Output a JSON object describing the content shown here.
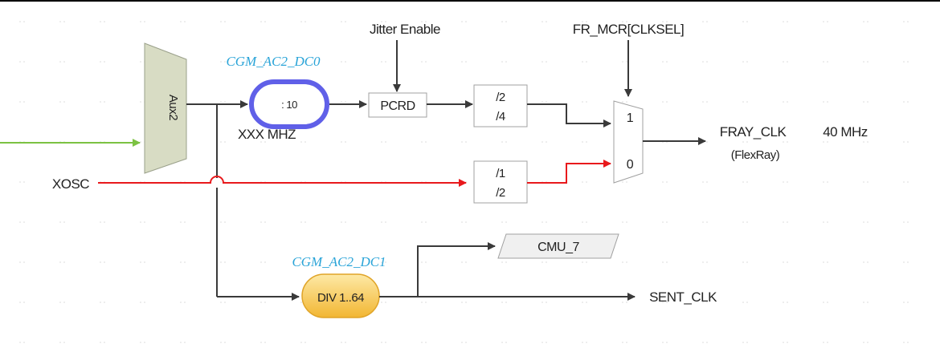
{
  "colors": {
    "line": "#3a3a3a",
    "xosc_line": "#e8191c",
    "aux_input_line": "#7cc242",
    "aux_block_fill": "#d8dcc4",
    "divider_ring": "#6060e8",
    "div_block_fill": "#f6c24a",
    "register_text": "#2aa4d8",
    "grid_dots": "#d9d9d9"
  },
  "blocks": {
    "aux_mux_label": "Aux2",
    "divider_value": ": 10",
    "divider_register": "CGM_AC2_DC0",
    "divider_freq": "XXX MHZ",
    "pcrd_label": "PCRD",
    "div_2_4": [
      "/2",
      "/4"
    ],
    "div_1_2": [
      "/1",
      "/2"
    ],
    "mux_inputs": [
      "1",
      "0"
    ],
    "div_range_label": "DIV 1..64",
    "div_range_register": "CGM_AC2_DC1",
    "cmu_label": "CMU_7"
  },
  "signals": {
    "jitter_enable": "Jitter Enable",
    "fr_mcr": "FR_MCR[CLKSEL]",
    "xosc": "XOSC",
    "fray_clk": "FRAY_CLK",
    "fray_clk_sub": "(FlexRay)",
    "fray_freq": "40 MHz",
    "sent_clk": "SENT_CLK"
  }
}
